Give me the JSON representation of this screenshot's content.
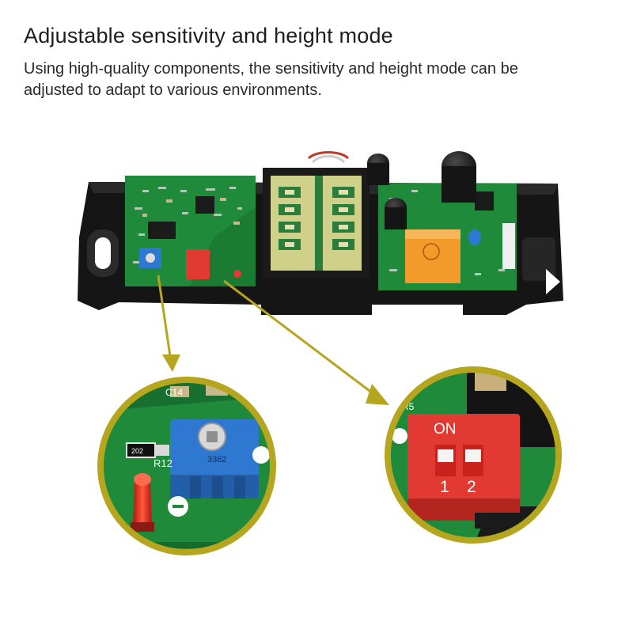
{
  "heading": {
    "title": "Adjustable sensitivity and height mode",
    "description": "Using high-quality components, the sensitivity and height mode can be adjusted to adapt to various environments."
  },
  "pcb_labels": {
    "potentiometer_code": "3362",
    "dip_switch_on": "ON",
    "dip_switch_1": "1",
    "dip_switch_2": "2",
    "ref_c14": "C14",
    "ref_r12": "R12",
    "ref_r5": "R5",
    "resistor_code": "202"
  },
  "colors": {
    "pcb_green": "#1f8a3a",
    "callout_ring": "#b5a51f",
    "potentiometer_blue": "#2f78d2",
    "dip_switch_red": "#e23a33",
    "relay_orange": "#f29a2a"
  }
}
